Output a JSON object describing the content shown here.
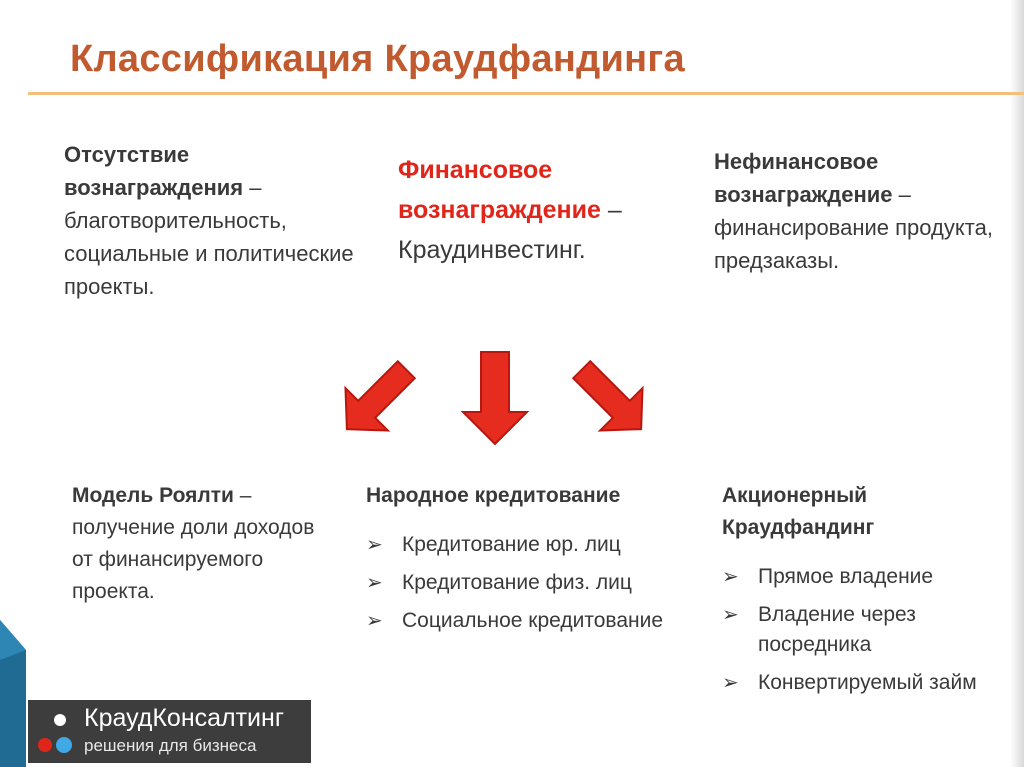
{
  "title": "Классификация Краудфандинга",
  "top": {
    "col1": {
      "bold": "Отсутствие вознаграждения",
      "rest": " – благотворительность, социальные и политические проекты."
    },
    "col2": {
      "bold": "Финансовое вознаграждение",
      "dash": " – ",
      "rest": "Краудинвестинг."
    },
    "col3": {
      "bold": "Нефинансовое вознаграждение",
      "rest": " – финансирование продукта, предзаказы."
    }
  },
  "bottom": {
    "col1": {
      "bold": "Модель Роялти",
      "rest": " – получение доли доходов от финансируемого проекта."
    },
    "col2": {
      "heading": "Народное кредитование",
      "items": [
        "Кредитование юр. лиц",
        "Кредитование физ. лиц",
        "Социальное кредитование"
      ]
    },
    "col3": {
      "heading": "Акционерный Краудфандинг",
      "items": [
        "Прямое владение",
        "Владение через посредника",
        "Конвертируемый займ"
      ]
    }
  },
  "bullet_mark": "➢",
  "logo": {
    "name": "КраудКонсалтинг",
    "tagline": "решения для бизнеса"
  },
  "colors": {
    "title": "#c15a2e",
    "accent_red": "#e0251a",
    "arrow": "#e52c1e",
    "logo_bg": "#3d3d3d",
    "deco_blue": "#1f6b93"
  }
}
